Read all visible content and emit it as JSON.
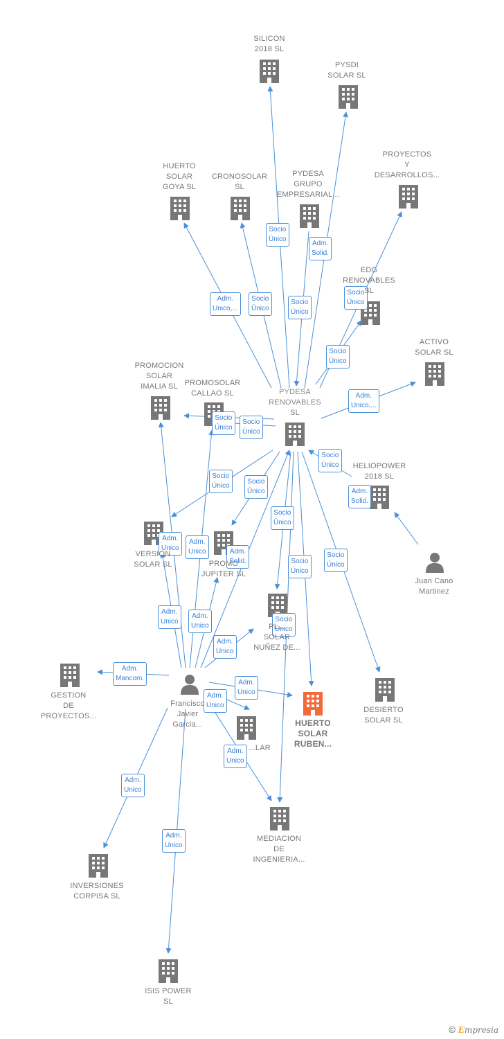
{
  "colors": {
    "edge": "#4a90d9",
    "building": "#777777",
    "building_focus": "#f26b3a",
    "person": "#777777",
    "label": "#777777"
  },
  "nodes": [
    {
      "id": "silicon",
      "label": "SILICON\n2018  SL",
      "kind": "company"
    },
    {
      "id": "pysdi",
      "label": "PYSDI\nSOLAR  SL",
      "kind": "company"
    },
    {
      "id": "huerto_goya",
      "label": "HUERTO\nSOLAR\nGOYA  SL",
      "kind": "company"
    },
    {
      "id": "cronosolar",
      "label": "CRONOSOLAR\nSL",
      "kind": "company"
    },
    {
      "id": "pydesa_grupo",
      "label": "PYDESA\nGRUPO\nEMPRESARIAL...",
      "kind": "company"
    },
    {
      "id": "proyectos",
      "label": "PROYECTOS\nY\nDESARROLLOS...",
      "kind": "company"
    },
    {
      "id": "edg",
      "label": "EDG\nRENOVABLES\nSL",
      "kind": "company"
    },
    {
      "id": "activo",
      "label": "ACTIVO\nSOLAR  SL",
      "kind": "company"
    },
    {
      "id": "promocion_imalia",
      "label": "PROMOCION\nSOLAR\nIMALIA  SL",
      "kind": "company"
    },
    {
      "id": "promosolar_callao",
      "label": "PROMOSOLAR\nCALLAO  SL",
      "kind": "company"
    },
    {
      "id": "pydesa_renovables",
      "label": "PYDESA\nRENOVABLES\nSL",
      "kind": "company"
    },
    {
      "id": "heliopower",
      "label": "HELIOPOWER\n2018  SL",
      "kind": "company"
    },
    {
      "id": "juan_cano",
      "label": "Juan Cano\nMartinez",
      "kind": "person"
    },
    {
      "id": "version",
      "label": "VERSION\nSOLAR  SL",
      "kind": "company"
    },
    {
      "id": "promo_jupiter",
      "label": "PROMO\nJUPITER  SL",
      "kind": "company"
    },
    {
      "id": "plantas_nunez",
      "label": "PL...\nSOLAR\nNUÑEZ DE...",
      "kind": "company"
    },
    {
      "id": "gestion",
      "label": "GESTION\nDE\nPROYECTOS...",
      "kind": "company"
    },
    {
      "id": "francisco",
      "label": "Francisco\nJavier\nGarcia...",
      "kind": "person"
    },
    {
      "id": "huerto_ruben",
      "label": "HUERTO\nSOLAR\nRUBEN...",
      "kind": "company",
      "focus": true
    },
    {
      "id": "desierto",
      "label": "DESIERTO\nSOLAR  SL",
      "kind": "company"
    },
    {
      "id": "solar_lar",
      "label": "...LAR",
      "kind": "company"
    },
    {
      "id": "mediacion",
      "label": "MEDIACION\nDE\nINGENIERIA...",
      "kind": "company"
    },
    {
      "id": "inversiones",
      "label": "INVERSIONES\nCORPISA  SL",
      "kind": "company"
    },
    {
      "id": "isis",
      "label": "ISIS POWER\nSL",
      "kind": "company"
    }
  ],
  "edges": [
    {
      "from": "pydesa_renovables",
      "to": "silicon",
      "label": "Socio\nÚnico"
    },
    {
      "from": "pydesa_renovables",
      "to": "pysdi",
      "label": "Socio\nÚnico"
    },
    {
      "from": "pydesa_renovables",
      "to": "huerto_goya",
      "label": "Adm.\nUnico,..."
    },
    {
      "from": "pydesa_renovables",
      "to": "cronosolar",
      "label": "Socio\nÚnico"
    },
    {
      "from": "pydesa_grupo",
      "to": "pydesa_renovables",
      "label": "Adm.\nSolid."
    },
    {
      "from": "pydesa_renovables",
      "to": "proyectos",
      "label": "Socio\nÚnico"
    },
    {
      "from": "pydesa_renovables",
      "to": "edg",
      "label": "Socio\nÚnico"
    },
    {
      "from": "pydesa_renovables",
      "to": "activo",
      "label": "Adm.\nUnico,..."
    },
    {
      "from": "pydesa_renovables",
      "to": "promocion_imalia",
      "label": "Socio\nÚnico"
    },
    {
      "from": "pydesa_renovables",
      "to": "promosolar_callao",
      "label": "Socio\nÚnico"
    },
    {
      "from": "heliopower",
      "to": "pydesa_renovables",
      "label": "Socio\nÚnico"
    },
    {
      "from": "juan_cano",
      "to": "heliopower",
      "label": "Adm.\nSolid."
    },
    {
      "from": "pydesa_renovables",
      "to": "version",
      "label": "Socio\nÚnico"
    },
    {
      "from": "pydesa_renovables",
      "to": "promo_jupiter",
      "label": "Socio\nÚnico"
    },
    {
      "from": "pydesa_renovables",
      "to": "plantas_nunez",
      "label": "Socio\nÚnico"
    },
    {
      "from": "pydesa_renovables",
      "to": "huerto_ruben",
      "label": "Socio\nÚnico"
    },
    {
      "from": "pydesa_renovables",
      "to": "desierto",
      "label": "Socio\nÚnico"
    },
    {
      "from": "pydesa_renovables",
      "to": "mediacion",
      "label": "Socio\nÚnico"
    },
    {
      "from": "francisco",
      "to": "pydesa_renovables",
      "label": "Adm.\nSolid."
    },
    {
      "from": "francisco",
      "to": "promocion_imalia",
      "label": "Adm.\nUnico"
    },
    {
      "from": "francisco",
      "to": "promosolar_callao",
      "label": "Adm.\nUnico"
    },
    {
      "from": "francisco",
      "to": "version",
      "label": "Adm.\nUnico"
    },
    {
      "from": "francisco",
      "to": "promo_jupiter",
      "label": "Adm.\nUnico"
    },
    {
      "from": "francisco",
      "to": "plantas_nunez",
      "label": "Adm.\nUnico"
    },
    {
      "from": "francisco",
      "to": "gestion",
      "label": "Adm.\nMancom."
    },
    {
      "from": "francisco",
      "to": "huerto_ruben",
      "label": "Adm.\nUnico"
    },
    {
      "from": "francisco",
      "to": "solar_lar",
      "label": "Adm.\nUnico"
    },
    {
      "from": "francisco",
      "to": "mediacion",
      "label": "Adm.\nUnico"
    },
    {
      "from": "francisco",
      "to": "inversiones",
      "label": "Adm.\nUnico"
    },
    {
      "from": "francisco",
      "to": "isis",
      "label": "Adm.\nUnico"
    }
  ],
  "footer": {
    "copyright": "©",
    "brand_first": "E",
    "brand_rest": "mpresia"
  }
}
